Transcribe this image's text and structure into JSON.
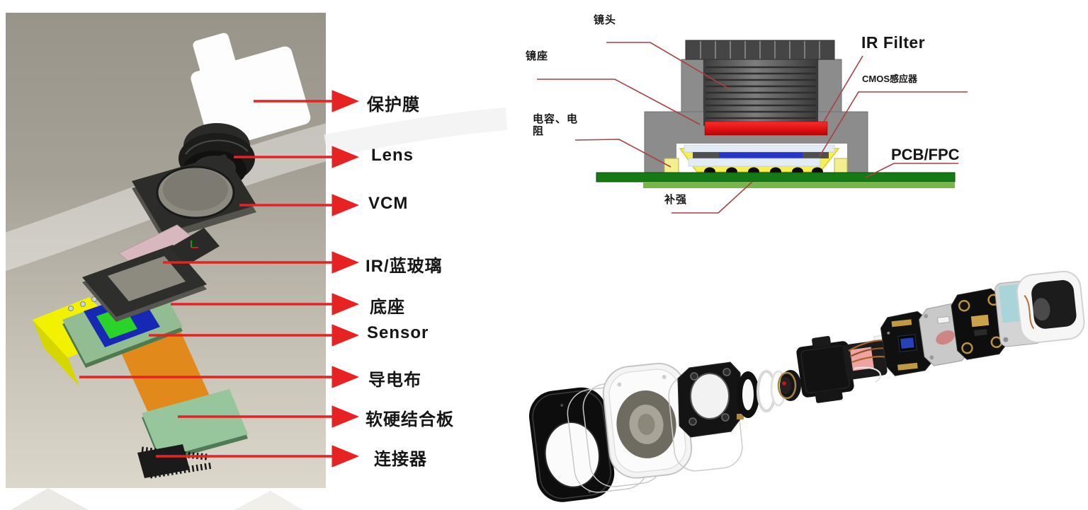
{
  "figure": {
    "exploded_cad": {
      "description": "camera module exploded CAD view",
      "labels": [
        "保护膜",
        "Lens",
        "VCM",
        "IR/蓝玻璃",
        "底座",
        "Sensor",
        "导电布",
        "软硬结合板",
        "连接器"
      ]
    },
    "cross_section": {
      "description": "camera module cross section diagram",
      "lens": "镜头",
      "lens_holder": "镜座",
      "cap_resistor_line1": "电容、电",
      "cap_resistor_line2": "阻",
      "ir_filter": "IR Filter",
      "cmos_sensor": "CMOS感应器",
      "pcb_fpc": "PCB/FPC",
      "stiffener": "补强"
    },
    "colors": {
      "arrow_red": "#e62222",
      "leader_red": "#a84040",
      "ir_filter_red": "#e00000",
      "pcb_green_dark": "#157a15",
      "pcb_green_light": "#79b54a",
      "panel_gray_top": "#99958a",
      "panel_gray_bottom": "#d9d5c9",
      "sensor_die_blue": "#1628b4",
      "sensor_active_green": "#2ad32a",
      "conductive_cloth_yellow": "#f2f200",
      "flex_cable_orange": "#e2891c",
      "ir_glass_pink": "#d9b7bf",
      "capacitor_yellow": "#f3ef8e"
    }
  }
}
